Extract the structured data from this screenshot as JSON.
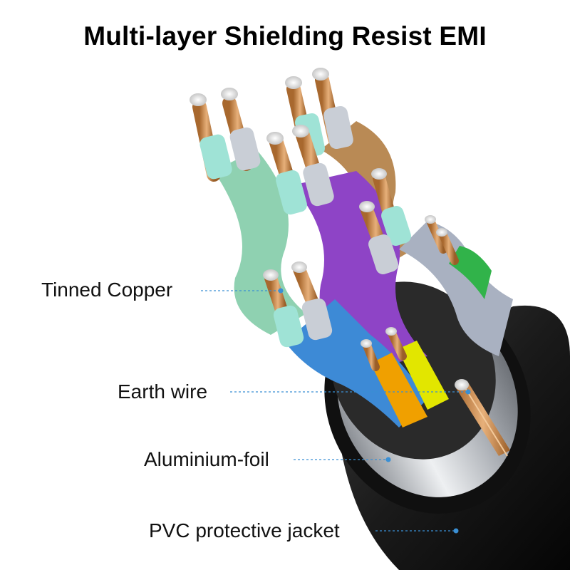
{
  "title": "Multi-layer Shielding Resist EMI",
  "callouts": [
    {
      "label": "Tinned Copper"
    },
    {
      "label": "Earth wire"
    },
    {
      "label": "Aluminium-foil"
    },
    {
      "label": "PVC protective jacket"
    }
  ],
  "colors": {
    "leader_line": "#3a8fd4",
    "jacket": "#1c1c1c",
    "foil": "#c9cdd2",
    "copper": "#c8874a",
    "pair_green": "#8fd1b1",
    "pair_purple": "#8e44c6",
    "pair_brown": "#b98a55",
    "pair_grey": "#a9b1c1",
    "pair_blue": "#3d8ad6",
    "earth_orange": "#f0a000",
    "earth_yellow": "#e2e600"
  }
}
